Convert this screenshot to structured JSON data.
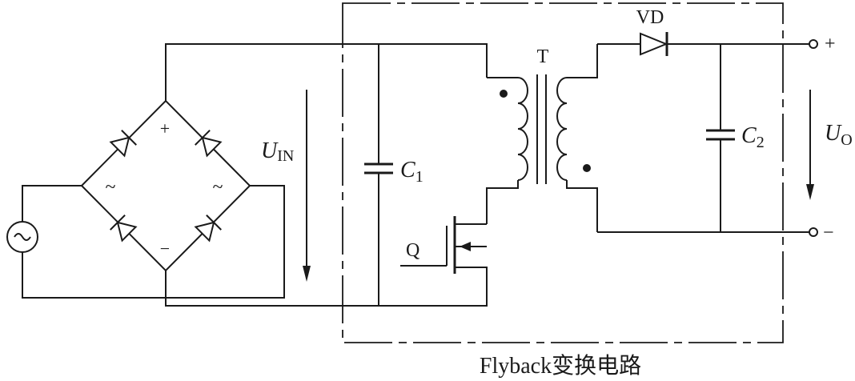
{
  "labels": {
    "transformer": "T",
    "diode": "VD",
    "uin_main": "U",
    "uin_sub": "IN",
    "c1_main": "C",
    "c1_sub": "1",
    "c2_main": "C",
    "c2_sub": "2",
    "uo_main": "U",
    "uo_sub": "O",
    "switch": "Q",
    "plus_bridge": "+",
    "minus_bridge": "−",
    "plus_out": "+",
    "minus_out": "−",
    "ac_left": "~",
    "ac_right": "~",
    "source_symbol": "~",
    "caption": "Flyback变换电路"
  }
}
